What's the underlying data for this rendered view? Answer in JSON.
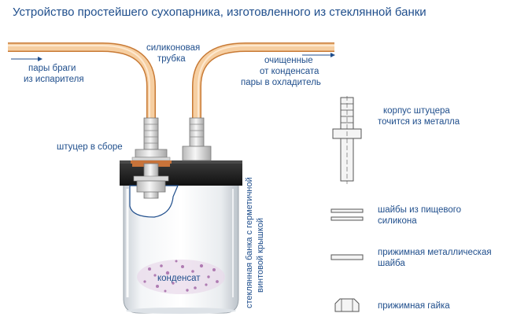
{
  "title": "Устройство простейшего сухопарника, изготовленного из стеклянной банки",
  "labels": {
    "inlet_line1": "пары браги",
    "inlet_line2": "из испарителя",
    "tube_line1": "силиконовая",
    "tube_line2": "трубка",
    "outlet_line1": "очищенные",
    "outlet_line2": "от конденсата",
    "outlet_line3": "пары в охладитель",
    "fitting_assembly": "штуцер в сборе",
    "condensate": "конденсат",
    "jar_line1": "стеклянная банка с герметичной",
    "jar_line2": "винтовой крышкой"
  },
  "parts": [
    {
      "line1": "корпус штуцера",
      "line2": "точится из металла",
      "icon": "fitting-body-icon"
    },
    {
      "line1": "шайбы из пищевого",
      "line2": "силикона",
      "icon": "silicone-washers-icon"
    },
    {
      "line1": "прижимная металлическая",
      "line2": "шайба",
      "icon": "metal-washer-icon"
    },
    {
      "line1": "прижимная гайка",
      "line2": "",
      "icon": "nut-icon"
    }
  ],
  "colors": {
    "text": "#1f4e8c",
    "tube": "#f3c58f",
    "tube_edge": "#c87a35",
    "metal": "#e6e6e6",
    "lid": "#1c1c1c",
    "glass": "#eef1f4",
    "condensate": "#a56aa8"
  }
}
